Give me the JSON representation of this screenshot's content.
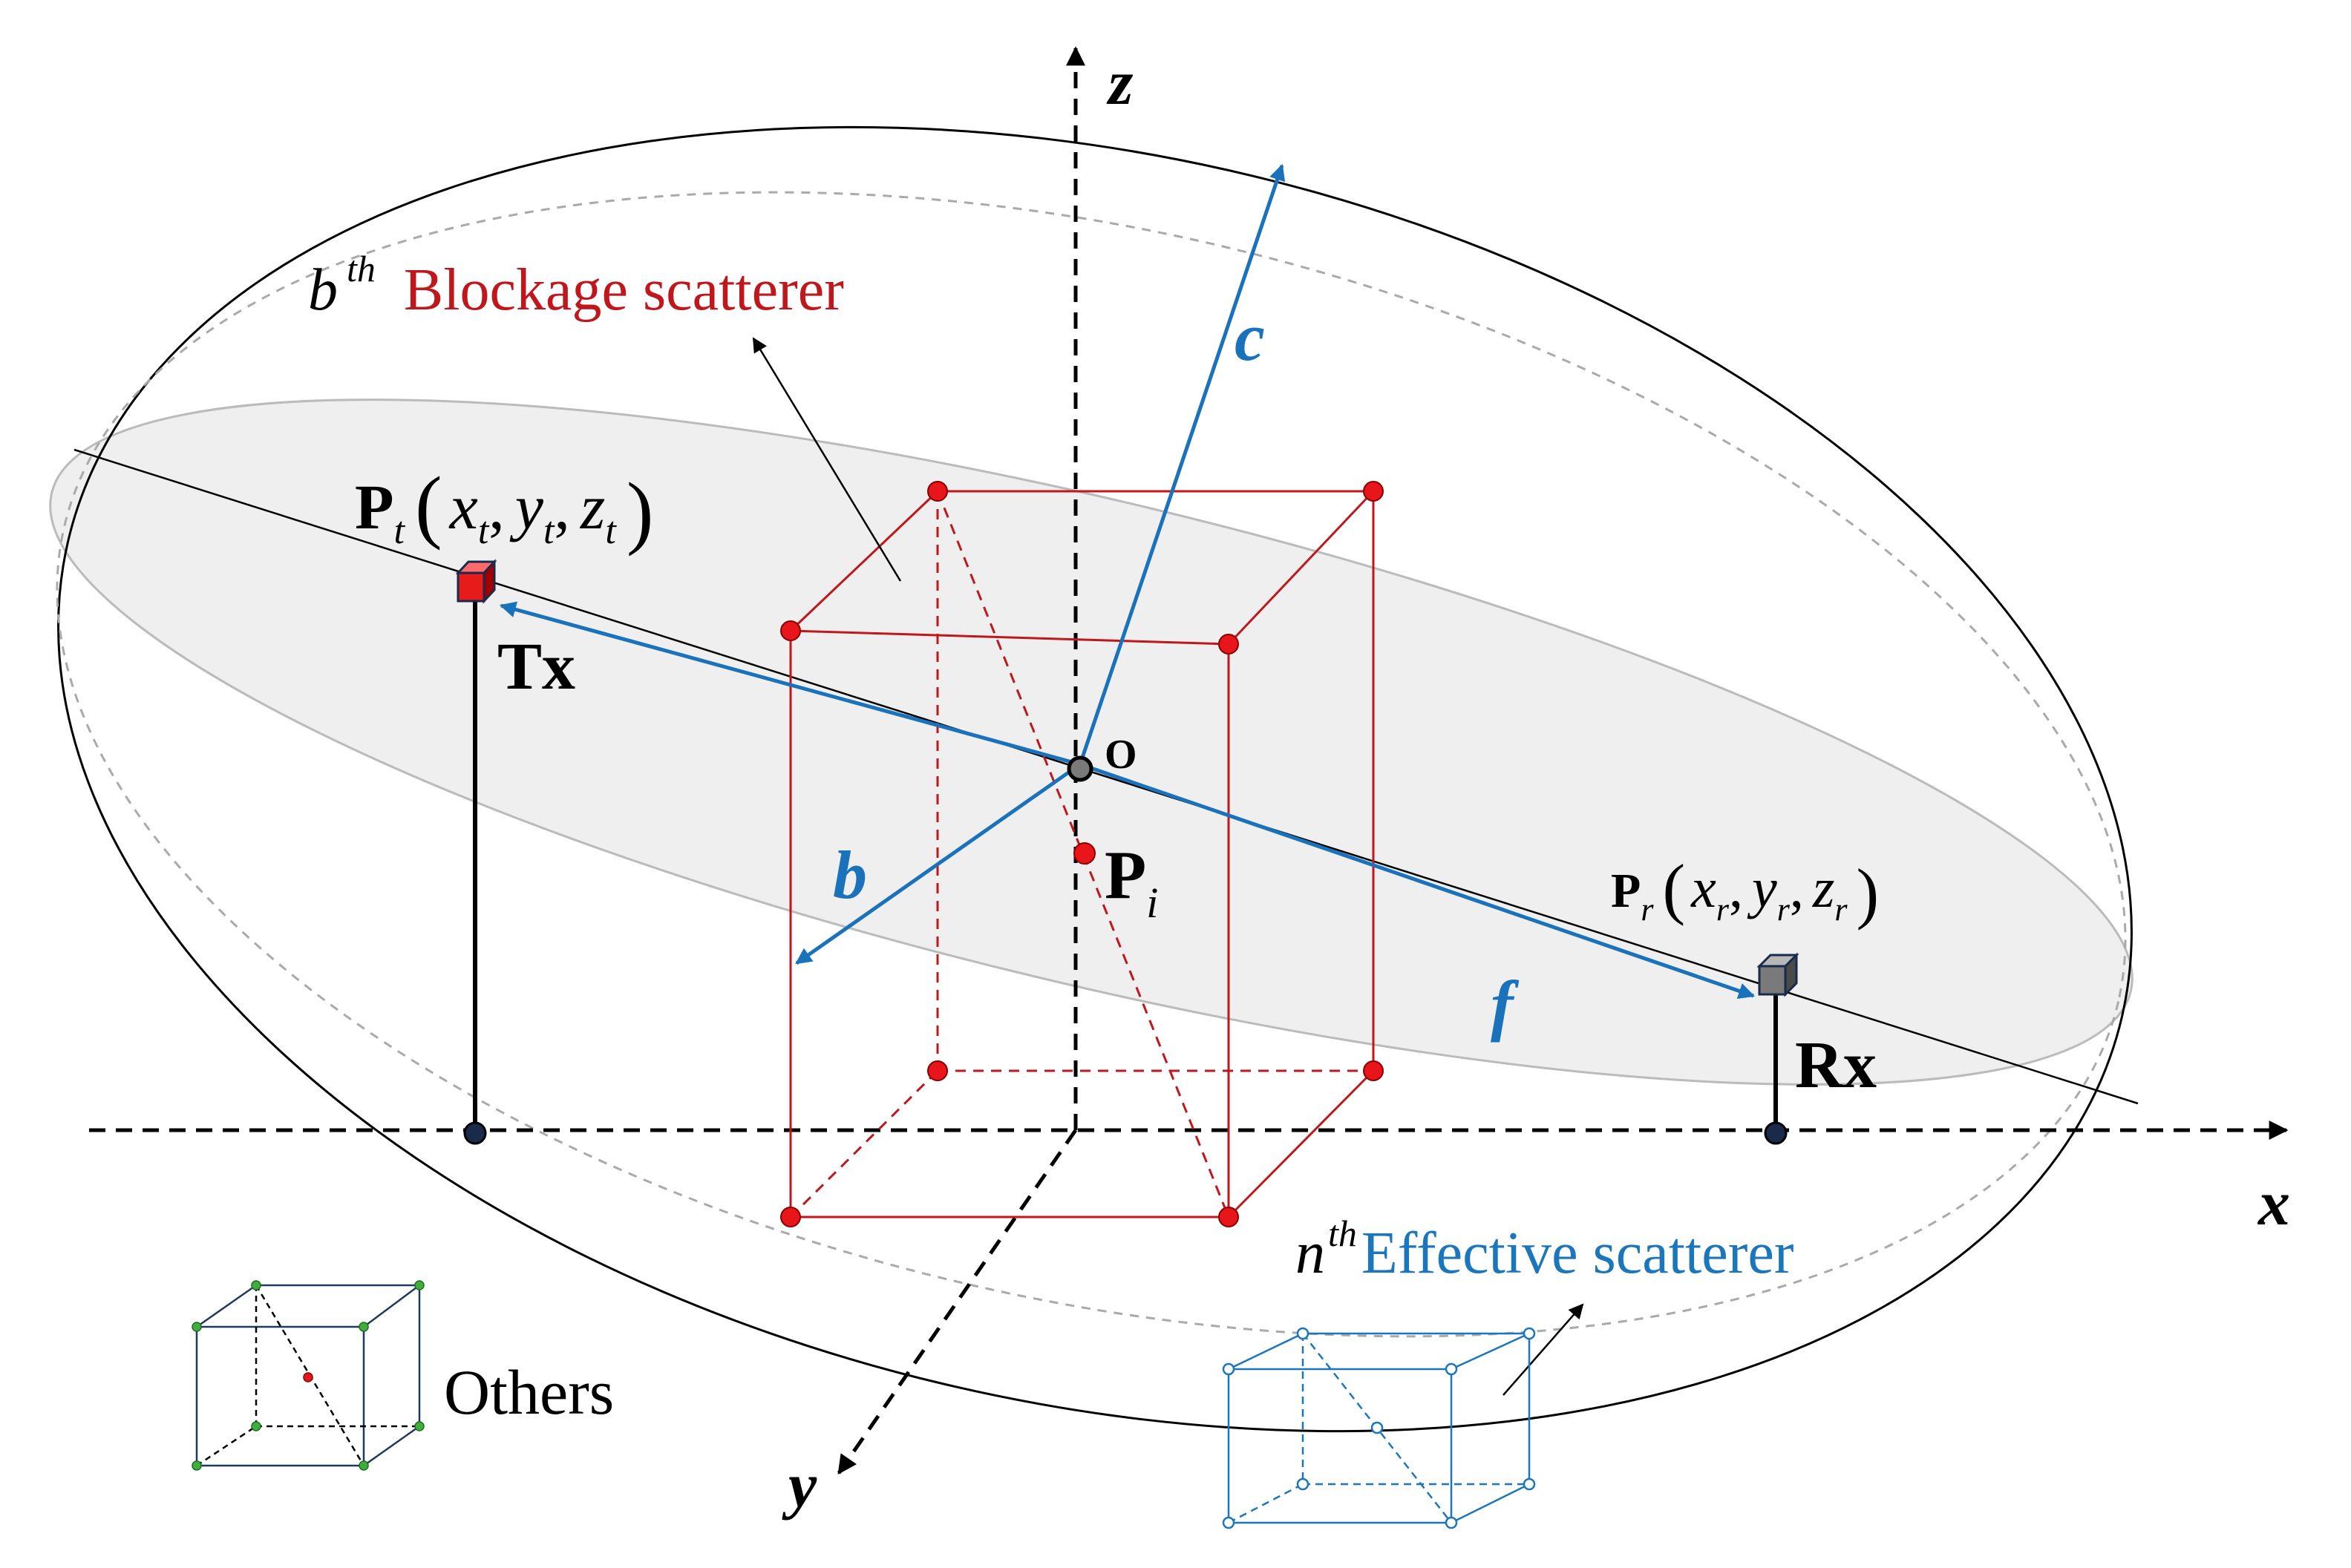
{
  "axes": {
    "x": "x",
    "y": "y",
    "z": "z",
    "origin": "O"
  },
  "labels": {
    "blockage_sup": "b",
    "blockage_th": "th",
    "blockage_text": "Blockage scatterer",
    "effective_sup": "n",
    "effective_th": "th",
    "effective_text": "Effective scatterer",
    "others": "Others",
    "tx": "Tx",
    "rx": "Rx",
    "pi_main": "P",
    "pi_sub": "i",
    "vec_b": "b",
    "vec_c": "c",
    "vec_f": "f"
  },
  "pt": {
    "main": "P",
    "sub": "t",
    "open": "(",
    "close": ")",
    "x": "x",
    "y": "y",
    "z": "z",
    "comma": ",",
    "sx": "t",
    "sy": "t",
    "sz": "t"
  },
  "pr": {
    "main": "P",
    "sub": "r",
    "open": "(",
    "close": ")",
    "x": "x",
    "y": "y",
    "z": "z",
    "comma": ",",
    "sx": "r",
    "sy": "r",
    "sz": "r"
  },
  "colors": {
    "blockage": "#c0171c",
    "effective": "#1b76bc",
    "vector": "#1a72bb",
    "tx_box": "#e81b1b",
    "rx_box": "#7a7a7a",
    "ellipsoid_fill": "#efefef",
    "others_box": "#1f3a5f",
    "others_dot": "#3fae3f"
  }
}
